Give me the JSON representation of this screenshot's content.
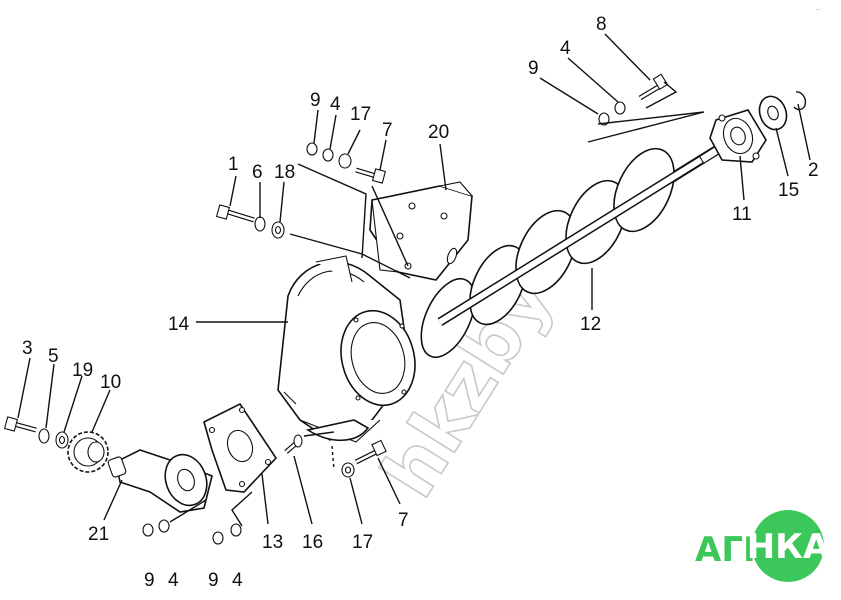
{
  "diagram": {
    "callouts": [
      {
        "id": "c1",
        "text": "1"
      },
      {
        "id": "c2",
        "text": "2"
      },
      {
        "id": "c3",
        "text": "3"
      },
      {
        "id": "c4a",
        "text": "4"
      },
      {
        "id": "c4b",
        "text": "4"
      },
      {
        "id": "c4c",
        "text": "4"
      },
      {
        "id": "c4d",
        "text": "4"
      },
      {
        "id": "c5",
        "text": "5"
      },
      {
        "id": "c6",
        "text": "6"
      },
      {
        "id": "c7a",
        "text": "7"
      },
      {
        "id": "c7b",
        "text": "7"
      },
      {
        "id": "c8",
        "text": "8"
      },
      {
        "id": "c9a",
        "text": "9"
      },
      {
        "id": "c9b",
        "text": "9"
      },
      {
        "id": "c9c",
        "text": "9"
      },
      {
        "id": "c9d",
        "text": "9"
      },
      {
        "id": "c10",
        "text": "10"
      },
      {
        "id": "c11",
        "text": "11"
      },
      {
        "id": "c12",
        "text": "12"
      },
      {
        "id": "c13",
        "text": "13"
      },
      {
        "id": "c14",
        "text": "14"
      },
      {
        "id": "c15",
        "text": "15"
      },
      {
        "id": "c16",
        "text": "16"
      },
      {
        "id": "c17a",
        "text": "17"
      },
      {
        "id": "c17b",
        "text": "17"
      },
      {
        "id": "c18",
        "text": "18"
      },
      {
        "id": "c19",
        "text": "19"
      },
      {
        "id": "c20",
        "text": "20"
      },
      {
        "id": "c21",
        "text": "21"
      }
    ],
    "watermark": "hkzby",
    "corner_mark": "..."
  },
  "logo": {
    "left_text": "АГРО",
    "badge_text": "НКА",
    "left_color": "#3cc75a",
    "badge_color": "#3cc75a",
    "badge_text_color": "#ffffff"
  }
}
